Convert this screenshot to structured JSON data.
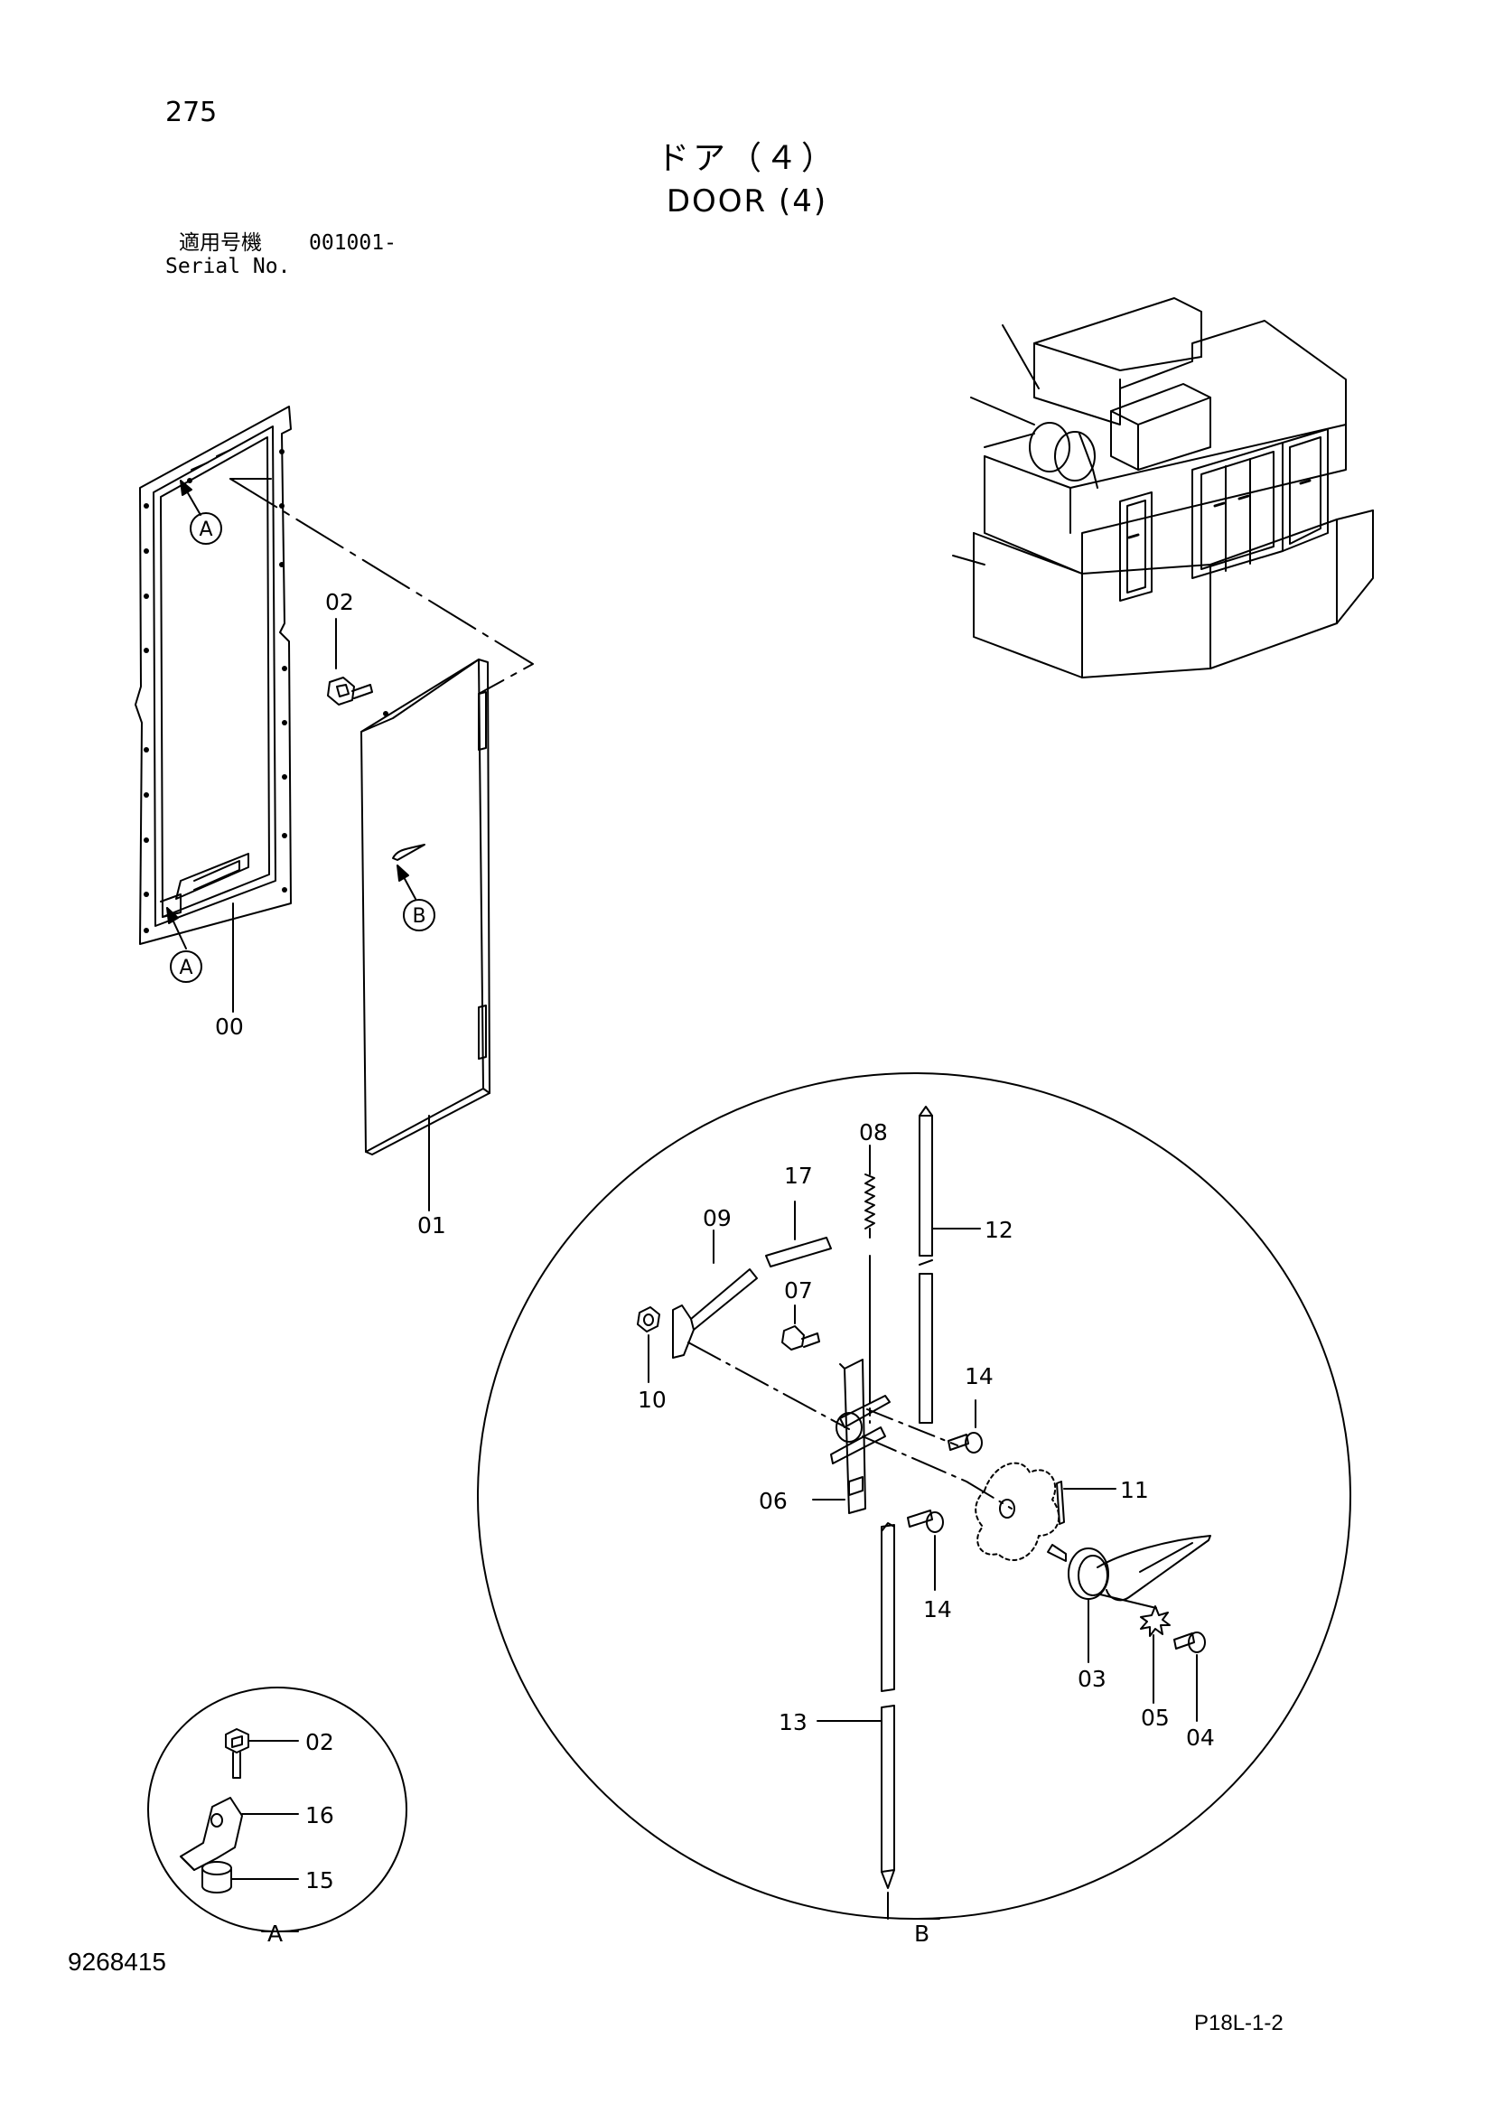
{
  "header": {
    "page_number": "275",
    "title_jp": "ドア（４）",
    "title_en": "DOOR (4)",
    "serial_label_jp": "適用号機",
    "serial_value": "001001-",
    "serial_label_en": "Serial No."
  },
  "callouts": {
    "p00": "00",
    "p01": "01",
    "p02": "02",
    "p03": "03",
    "p04": "04",
    "p05": "05",
    "p06": "06",
    "p07": "07",
    "p08": "08",
    "p09": "09",
    "p10": "10",
    "p11": "11",
    "p12": "12",
    "p13": "13",
    "p14": "14",
    "p15": "15",
    "p16": "16",
    "p17": "17"
  },
  "views": {
    "detail_a": "A",
    "detail_b": "B",
    "marker_b": "B"
  },
  "footer": {
    "doc_id": "9268415",
    "page_ref": "P18L-1-2"
  }
}
